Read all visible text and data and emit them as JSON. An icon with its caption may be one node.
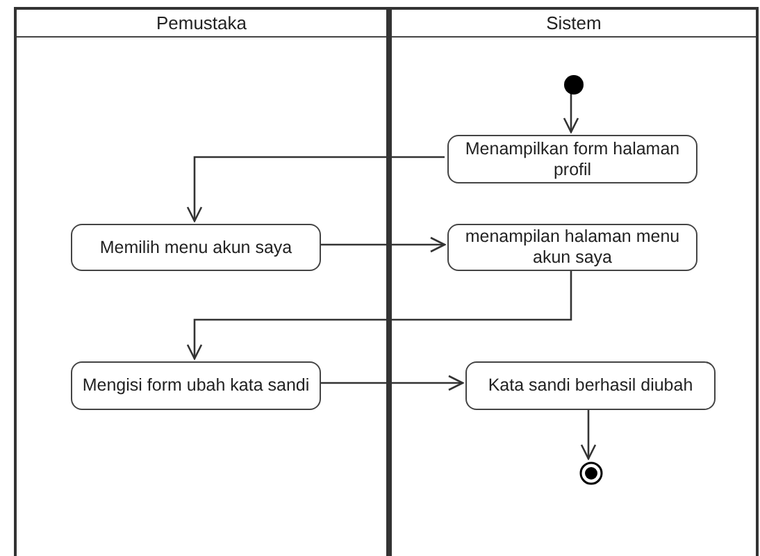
{
  "diagram": {
    "nodes": [
      {
        "text": [
          "Pemustaka"
        ]
      },
      {
        "text": [
          "Sistem"
        ]
      },
      {
        "text": [],
        "shape": "circle",
        "in": 1
      },
      {
        "text": [
          "Menampilkan form halaman profil"
        ],
        "in": 1
      },
      {
        "text": [
          "Memilih menu akun saya"
        ],
        "in": 0
      },
      {
        "text": [
          "menampilan halaman menu akun saya"
        ],
        "in": 1
      },
      {
        "text": [
          "Mengisi form ubah kata sandi"
        ],
        "in": 0
      },
      {
        "text": [
          "Kata sandi berhasil diubah"
        ],
        "in": 1
      },
      {
        "text": [],
        "shape": "bullseye",
        "in": 1
      }
    ],
    "edges": [
      {
        "from": 2,
        "to": 3,
        "arrow": "to"
      },
      {
        "from": 3,
        "to": 4,
        "arrow": "to"
      },
      {
        "from": 4,
        "to": 5,
        "arrow": "to"
      },
      {
        "from": 5,
        "to": 6,
        "arrow": "to"
      },
      {
        "from": 6,
        "to": 7,
        "arrow": "to"
      },
      {
        "from": 7,
        "to": 8,
        "arrow": "to"
      }
    ]
  }
}
